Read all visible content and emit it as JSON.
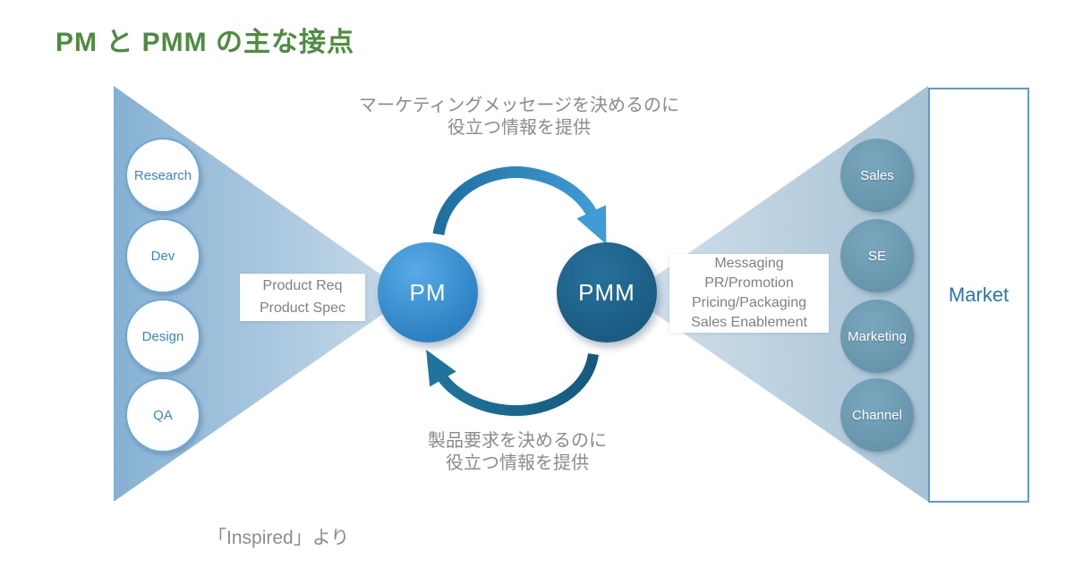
{
  "title": "PM と PMM の主な接点",
  "top_caption": {
    "line1": "マーケティングメッセージを決めるのに",
    "line2": "役立つ情報を提供"
  },
  "bottom_caption": {
    "line1": "製品要求を決めるのに",
    "line2": "役立つ情報を提供"
  },
  "left_funnel": {
    "items": [
      "Research",
      "Dev",
      "Design",
      "QA"
    ]
  },
  "right_funnel": {
    "items": [
      "Sales",
      "SE",
      "Marketing",
      "Channel"
    ]
  },
  "pm_circle": {
    "label": "PM"
  },
  "pmm_circle": {
    "label": "PMM"
  },
  "pm_outputs": {
    "line1": "Product Req",
    "line2": "Product Spec"
  },
  "pmm_outputs": {
    "lines": [
      "Messaging",
      "PR/Promotion",
      "Pricing/Packaging",
      "Sales Enablement"
    ]
  },
  "market_box": {
    "label": "Market"
  },
  "source_note": "「Inspired」より",
  "colors": {
    "title_green": "#4f8c42",
    "caption_gray": "#8c8c8c",
    "pm_blue": "#2e86c8",
    "pmm_teal": "#1d608a",
    "top_arrow_blue": "#3f9cd6",
    "bottom_arrow_teal": "#1a5f82",
    "left_funnel_blue": "#8cb6d5",
    "right_funnel_blue": "#a6c2d4",
    "right_circle_fill": "#6d9bb1",
    "market_blue": "#2c76a4"
  }
}
